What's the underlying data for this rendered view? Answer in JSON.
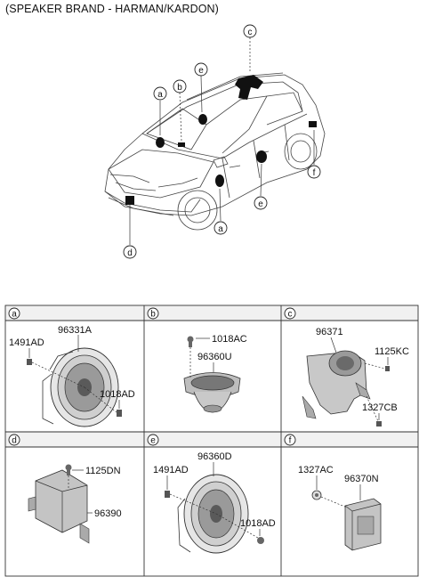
{
  "title": "(SPEAKER BRAND - HARMAN/KARDON)",
  "callouts": [
    "a",
    "b",
    "c",
    "e",
    "a",
    "e",
    "f",
    "d"
  ],
  "panels": [
    {
      "id": "a",
      "parts": [
        "96331A",
        "1491AD",
        "1018AD"
      ]
    },
    {
      "id": "b",
      "parts": [
        "1018AC",
        "96360U"
      ]
    },
    {
      "id": "c",
      "parts": [
        "96371",
        "1125KC",
        "1327CB"
      ]
    },
    {
      "id": "d",
      "parts": [
        "1125DN",
        "96390"
      ]
    },
    {
      "id": "e",
      "parts": [
        "96360D",
        "1491AD",
        "1018AD"
      ]
    },
    {
      "id": "f",
      "parts": [
        "1327AC",
        "96370N"
      ]
    }
  ]
}
